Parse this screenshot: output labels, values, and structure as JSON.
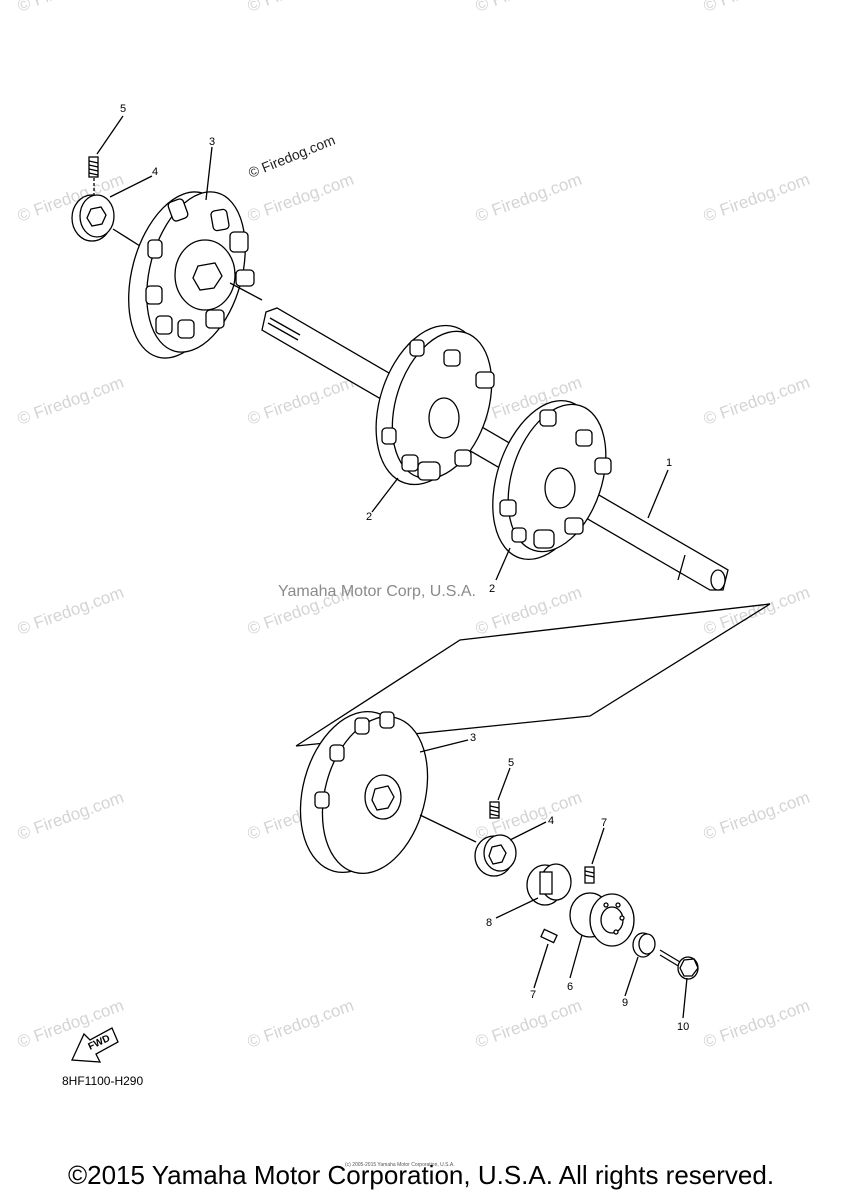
{
  "watermark": {
    "text": "© Firedog.com",
    "rotation_deg": -20
  },
  "firedog_label": "© Firedog.com",
  "center_watermark": "Yamaha Motor Corp, U.S.A.",
  "callouts": {
    "p1": "1",
    "p2a": "2",
    "p2b": "2",
    "p3a": "3",
    "p3b": "3",
    "p4a": "4",
    "p4b": "4",
    "p5a": "5",
    "p5b": "5",
    "p6": "6",
    "p7a": "7",
    "p7b": "7",
    "p8": "8",
    "p9": "9",
    "p10": "10"
  },
  "fwd_label": "FWD",
  "part_code": "8HF1100-H290",
  "tiny_copyright": "(c) 2005-2015 Yamaha Motor Corporation, U.S.A.",
  "footer": "©2015 Yamaha Motor Corporation, U.S.A. All rights reserved."
}
